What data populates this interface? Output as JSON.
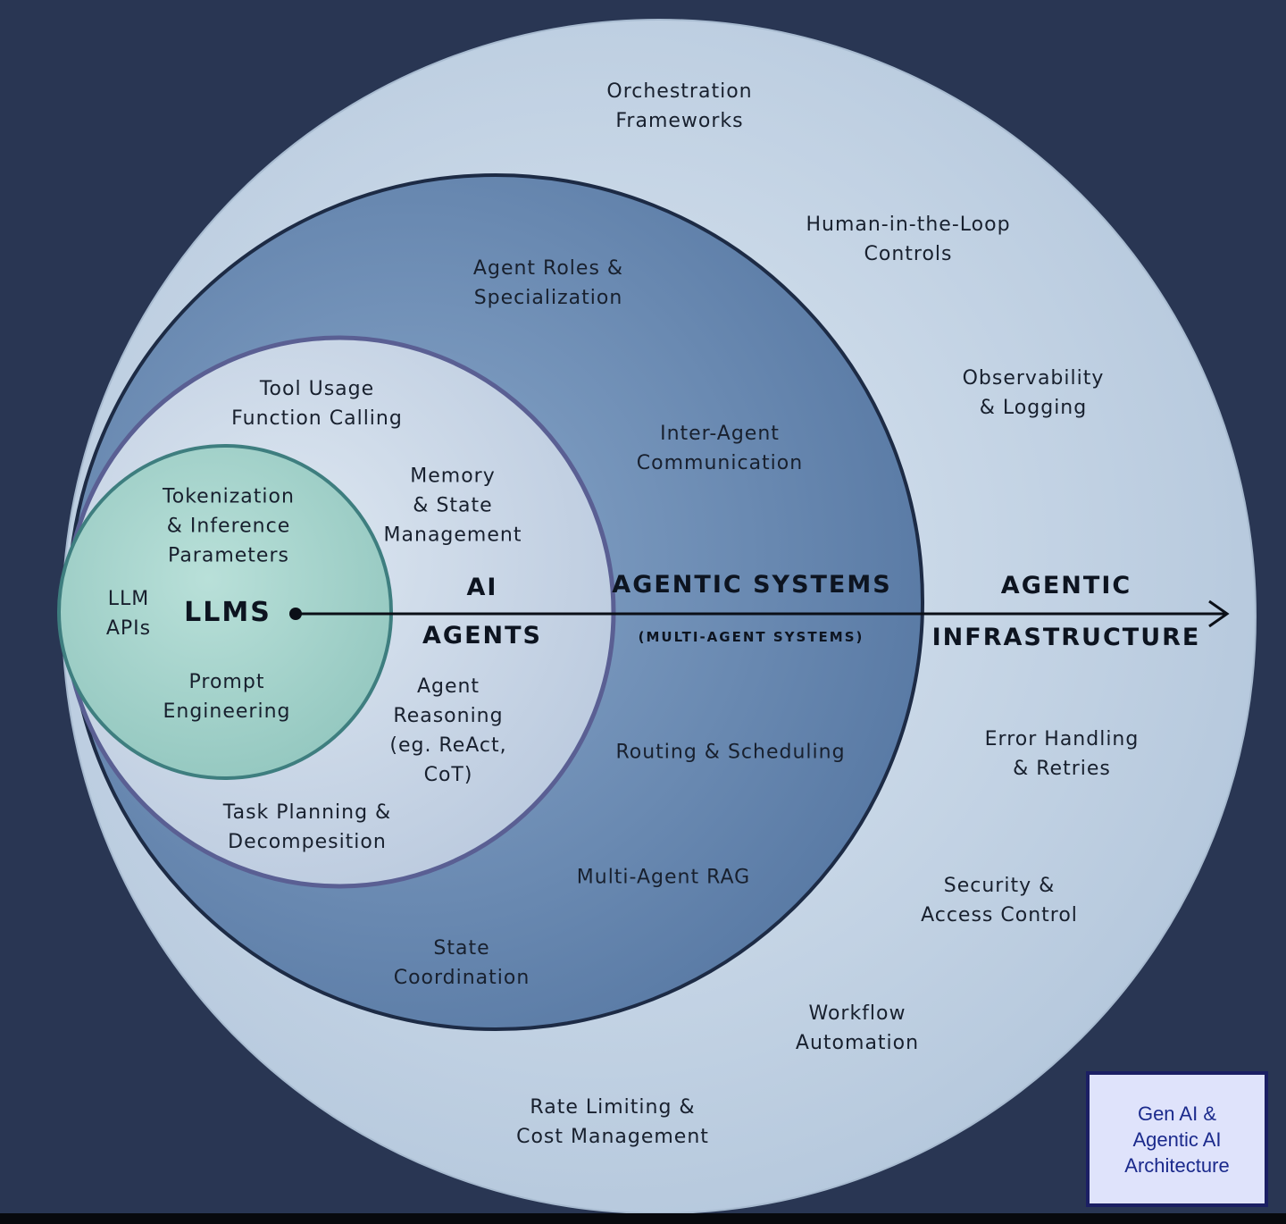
{
  "rings": {
    "outer": {
      "color": "#c7d6e6"
    },
    "agentic_systems": {
      "color": "#6a8db7"
    },
    "ai_agents": {
      "color": "#ccd9e8"
    },
    "llms": {
      "color": "#a7d5ce"
    }
  },
  "layers": {
    "llms": {
      "title": "LLMS",
      "items": {
        "tokenization": [
          "Tokenization",
          "& Inference",
          "Parameters"
        ],
        "llm_apis": [
          "LLM",
          "APIs"
        ],
        "prompt_engineering": [
          "Prompt",
          "Engineering"
        ]
      }
    },
    "ai_agents": {
      "title": [
        "AI",
        "AGENTS"
      ],
      "items": {
        "tool_usage": [
          "Tool Usage",
          "Function Calling"
        ],
        "memory": [
          "Memory",
          "& State",
          "Management"
        ],
        "agent_reasoning": [
          "Agent",
          "Reasoning",
          "(eg. ReAct,",
          "CoT)"
        ],
        "task_planning": [
          "Task Planning &",
          "Decompesition"
        ]
      }
    },
    "agentic_systems": {
      "title": "AGENTIC SYSTEMS",
      "subtitle": "(MULTI-AGENT SYSTEMS)",
      "items": {
        "agent_roles": [
          "Agent Roles &",
          "Specialization"
        ],
        "inter_agent": [
          "Inter-Agent",
          "Communication"
        ],
        "routing": [
          "Routing & Scheduling"
        ],
        "multi_agent_rag": [
          "Multi-Agent RAG"
        ],
        "state_coordination": [
          "State",
          "Coordination"
        ]
      }
    },
    "agentic_infrastructure": {
      "title": [
        "AGENTIC",
        "INFRASTRUCTURE"
      ],
      "items": {
        "orchestration": [
          "Orchestration",
          "Frameworks"
        ],
        "human_in_loop": [
          "Human-in-the-Loop",
          "Controls"
        ],
        "observability": [
          "Observability",
          "& Logging"
        ],
        "error_handling": [
          "Error Handling",
          "& Retries"
        ],
        "security": [
          "Security &",
          "Access Control"
        ],
        "workflow": [
          "Workflow",
          "Automation"
        ],
        "rate_limiting": [
          "Rate Limiting &",
          "Cost Management"
        ]
      }
    }
  },
  "caption": {
    "lines": [
      "Gen AI &",
      "Agentic AI",
      "Architecture"
    ]
  }
}
